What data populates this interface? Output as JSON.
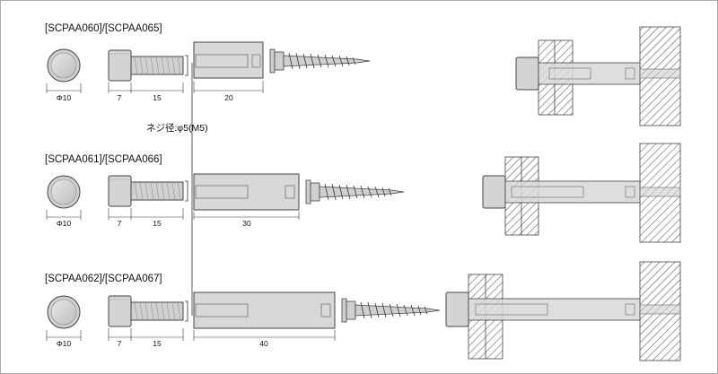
{
  "rows": [
    {
      "model": "[SCPAA060]/[SCPAA065]",
      "cap_dia": "Φ10",
      "head_len": "7",
      "thread_len": "15",
      "sleeve_len": "20"
    },
    {
      "model": "[SCPAA061]/[SCPAA066]",
      "cap_dia": "Φ10",
      "head_len": "7",
      "thread_len": "15",
      "sleeve_len": "30"
    },
    {
      "model": "[SCPAA062]/[SCPAA067]",
      "cap_dia": "Φ10",
      "head_len": "7",
      "thread_len": "15",
      "sleeve_len": "40"
    }
  ],
  "thread_label": "ネジ径:φ5(M5)",
  "colors": {
    "frame": "#aaaaaa",
    "part_fill": "#d6d6d6",
    "part_stroke": "#555555",
    "hatch": "#444444"
  }
}
